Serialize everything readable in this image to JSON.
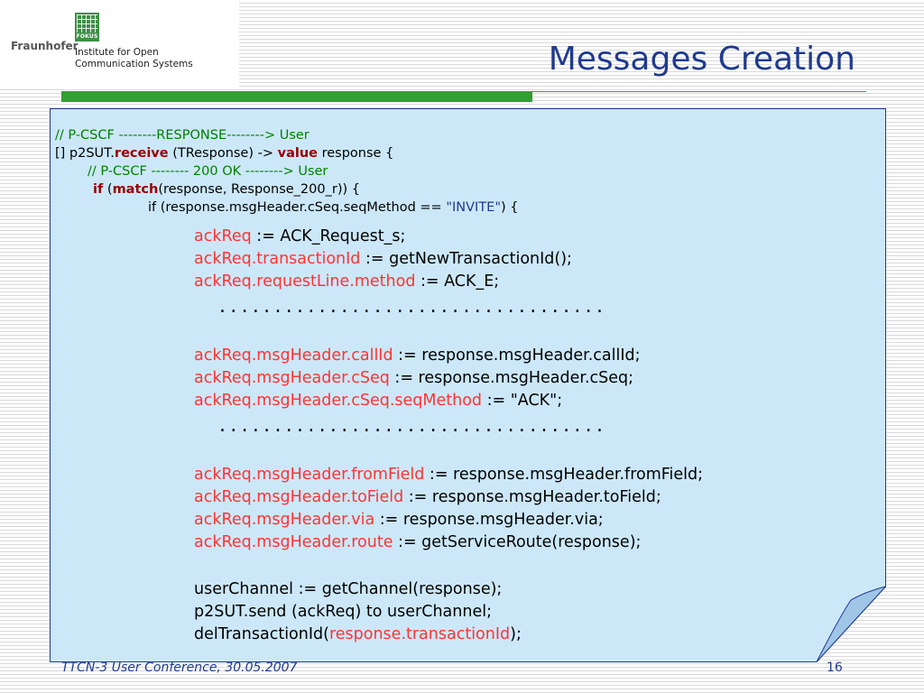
{
  "header": {
    "brand": "Fraunhofer",
    "logo_badge": "FOKUS",
    "institute_line1": "Institute for Open",
    "institute_line2": "Communication Systems",
    "title": "Messages Creation"
  },
  "colors": {
    "title": "#1f3a8f",
    "accent_bar": "#30a030",
    "note_fill": "#cce8f8",
    "note_border": "#1f3a8f",
    "comment": "#008000",
    "keyword": "#990000",
    "field": "#ff3333"
  },
  "code": {
    "l1": "// P-CSCF --------RESPONSE--------> User",
    "l2_a": "[] p2SUT.",
    "l2_kw1": "receive",
    "l2_b": " (TResponse) -> ",
    "l2_kw2": "value",
    "l2_c": " response {",
    "l3": "// P-CSCF -------- 200 OK --------> User",
    "l4_kw1": "if",
    "l4_a": " (",
    "l4_kw2": "match",
    "l4_b": "(response, Response_200_r)) {",
    "l5_a": "if (response.msgHeader.cSeq.seqMethod == ",
    "l5_str": "\"INVITE\"",
    "l5_b": ") {",
    "a1_f": "ackReq",
    "a1_r": " := ACK_Request_s;",
    "a2_f": "ackReq.transactionId",
    "a2_r": " := getNewTransactionId();",
    "a3_f": "ackReq.requestLine.method",
    "a3_r": " := ACK_E;",
    "dots1": "...................................",
    "b1_f": "ackReq.msgHeader.callId",
    "b1_r": " := response.msgHeader.callId;",
    "b2_f": "ackReq.msgHeader.cSeq",
    "b2_r": " := response.msgHeader.cSeq;",
    "b3_f": "ackReq.msgHeader.cSeq.seqMethod",
    "b3_r": " := \"ACK\";",
    "dots2": "...................................",
    "c1_f": "ackReq.msgHeader.fromField",
    "c1_r": " := response.msgHeader.fromField;",
    "c2_f": "ackReq.msgHeader.toField",
    "c2_r": " := response.msgHeader.toField;",
    "c3_f": "ackReq.msgHeader.via",
    "c3_r": " := response.msgHeader.via;",
    "c4_f": "ackReq.msgHeader.route",
    "c4_r": " := getServiceRoute(response);",
    "d1": "userChannel := getChannel(response);",
    "d2": "p2SUT.send (ackReq) to userChannel;",
    "d3_a": "delTransactionId(",
    "d3_f": "response.transactionId",
    "d3_b": ");"
  },
  "footer": {
    "event": "TTCN-3 User Conference, 30.05.2007",
    "page_number": "16"
  }
}
